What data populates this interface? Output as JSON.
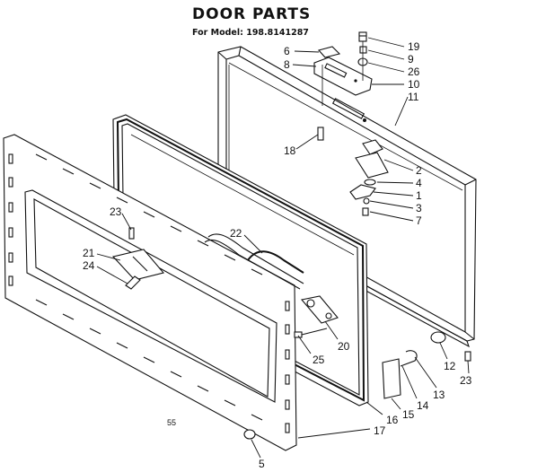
{
  "header": {
    "title": "DOOR PARTS",
    "model_line": "For Model: 198.8141287"
  },
  "note_mark": "55",
  "callouts": [
    {
      "id": "c6",
      "label": "6"
    },
    {
      "id": "c8",
      "label": "8"
    },
    {
      "id": "c19",
      "label": "19"
    },
    {
      "id": "c9",
      "label": "9"
    },
    {
      "id": "c26",
      "label": "26"
    },
    {
      "id": "c10",
      "label": "10"
    },
    {
      "id": "c11",
      "label": "11"
    },
    {
      "id": "c18",
      "label": "18"
    },
    {
      "id": "c2",
      "label": "2"
    },
    {
      "id": "c4",
      "label": "4"
    },
    {
      "id": "c1",
      "label": "1"
    },
    {
      "id": "c3",
      "label": "3"
    },
    {
      "id": "c7",
      "label": "7"
    },
    {
      "id": "c23a",
      "label": "23"
    },
    {
      "id": "c22",
      "label": "22"
    },
    {
      "id": "c21",
      "label": "21"
    },
    {
      "id": "c24",
      "label": "24"
    },
    {
      "id": "c20",
      "label": "20"
    },
    {
      "id": "c25",
      "label": "25"
    },
    {
      "id": "c12",
      "label": "12"
    },
    {
      "id": "c23b",
      "label": "23"
    },
    {
      "id": "c13",
      "label": "13"
    },
    {
      "id": "c14",
      "label": "14"
    },
    {
      "id": "c15",
      "label": "15"
    },
    {
      "id": "c16",
      "label": "16"
    },
    {
      "id": "c17",
      "label": "17"
    },
    {
      "id": "c5",
      "label": "5"
    }
  ]
}
